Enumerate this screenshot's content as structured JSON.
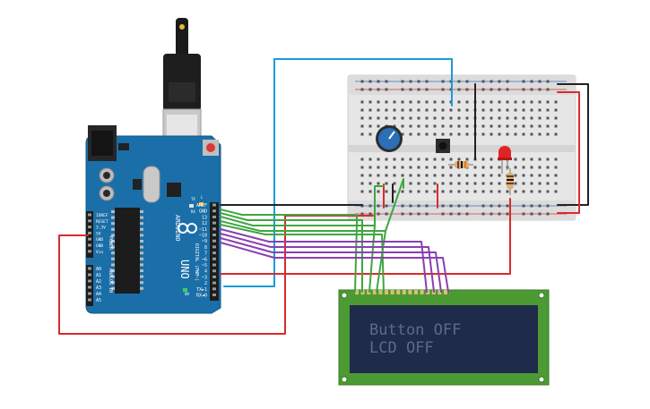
{
  "arduino": {
    "brand": "ARDUINO",
    "model": "UNO",
    "header_labels": [
      "AREF",
      "GND",
      "13",
      "12",
      "~11",
      "~10",
      "~9",
      "8",
      "7",
      "~6",
      "~5",
      "4",
      "~3",
      "2",
      "TX►1",
      "RX◄0"
    ],
    "digital_label": "DIGITAL (PWM~)",
    "power_labels": [
      "IOREF",
      "RESET",
      "3.3V",
      "5V",
      "GND",
      "GND",
      "Vin"
    ],
    "power_title": "POWER",
    "analog_labels": [
      "A0",
      "A1",
      "A2",
      "A3",
      "A4",
      "A5"
    ],
    "analog_title": "ANALOG IN",
    "led_labels": [
      "L",
      "TX",
      "RX",
      "ON"
    ]
  },
  "lcd": {
    "line1": "Button OFF",
    "line2": "LCD OFF"
  },
  "colors": {
    "wire_blue": "#1a9bd7",
    "wire_black": "#222222",
    "wire_red": "#d92b2b",
    "wire_green": "#3fa63f",
    "wire_purple": "#8a3fb0",
    "board": "#1b6fa8",
    "lcd_pcb": "#4c9a34",
    "lcd_screen": "#1f2b4a"
  }
}
